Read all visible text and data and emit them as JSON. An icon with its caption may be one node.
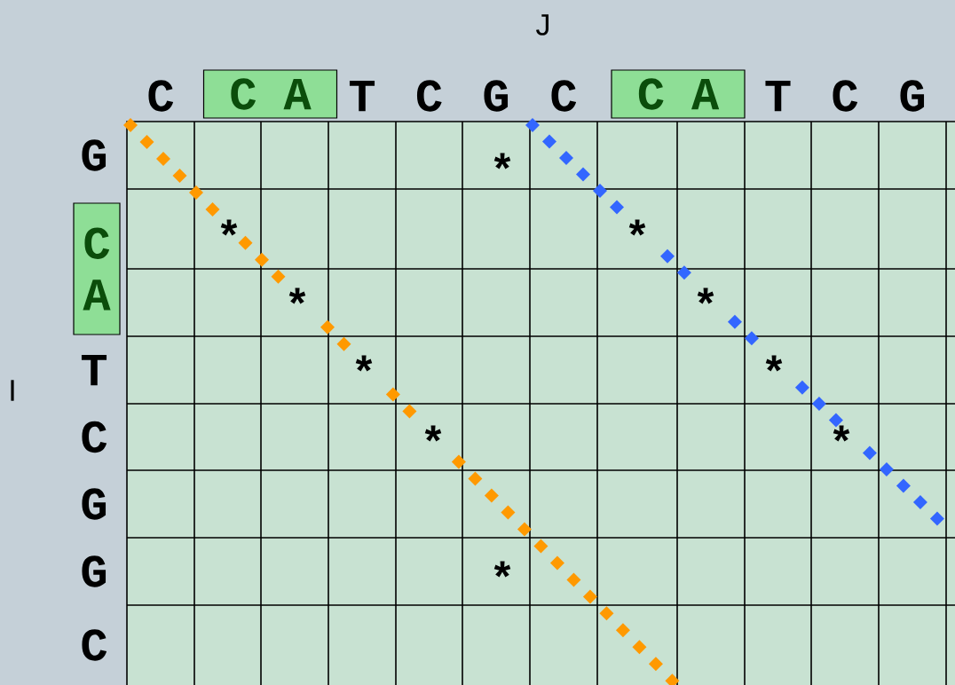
{
  "diagram": {
    "nodes": [
      {
        "text": [
          "C",
          "A"
        ]
      },
      {
        "text": [
          "C",
          "A"
        ]
      },
      {
        "text": [
          "C",
          "A"
        ]
      }
    ],
    "labels": [
      "J",
      "C",
      "T",
      "C",
      "G",
      "C",
      "T",
      "C",
      "G",
      "G",
      "*",
      "*",
      "*",
      "*",
      "*",
      "I",
      "T",
      "*",
      "*",
      "C",
      "*",
      "*",
      "G",
      "G",
      "*",
      "C"
    ]
  }
}
